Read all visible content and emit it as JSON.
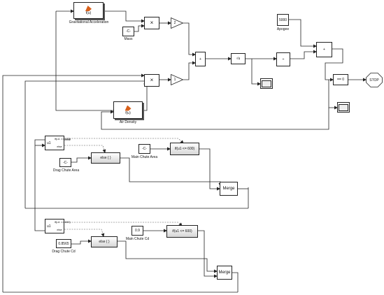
{
  "blocks": {
    "fcn_gravity": "f(u)",
    "gravity_label": "Gravitational Acceleration",
    "mass_const": "-C-",
    "mass_label": "Mass",
    "mult_top": "×",
    "gain_top": "2",
    "mult_bottom": "×",
    "gain_bottom": "1",
    "sum_mid": "+",
    "sqrt_block": "√u",
    "scope_mid": "",
    "divide_block": "÷",
    "apogee_const": "5000",
    "apogee_label": "Apogee",
    "sum_right": "+",
    "compare_block": "== 0",
    "stop_block": "STOP",
    "scope_right": "",
    "fcn_air": "f(u)",
    "air_label": "Air Density",
    "if1": "if(u1 >= 600)",
    "if1_else": "else",
    "if1_u1": "u1",
    "drag_area_const": "-C-",
    "drag_area_label": "Drag Chute Area",
    "else1": "else { }",
    "main_area_const": "-C-",
    "main_area_label": "Main Chute Area",
    "ifaction1": "if(u1 <= 600)",
    "merge1": "Merge",
    "if2": "if(u1 >= 600)",
    "if2_else": "else",
    "if2_u1": "u1",
    "drag_cd_const": "0.8565",
    "drag_cd_label": "Drag Chute Cd",
    "else2": "else { }",
    "main_cd_const": "0.9",
    "main_cd_label": "Main Chute Cd",
    "ifaction2": "if(u1 <= 600)",
    "merge2": "Merge"
  },
  "icons": {
    "fcn_icon": "matlab-function-icon",
    "scope_icon": "scope-icon"
  },
  "colors": {
    "line": "#222222",
    "dashed": "#555555",
    "fcn_orange": "#d9601a",
    "block_gray": "#d6d6d6"
  }
}
